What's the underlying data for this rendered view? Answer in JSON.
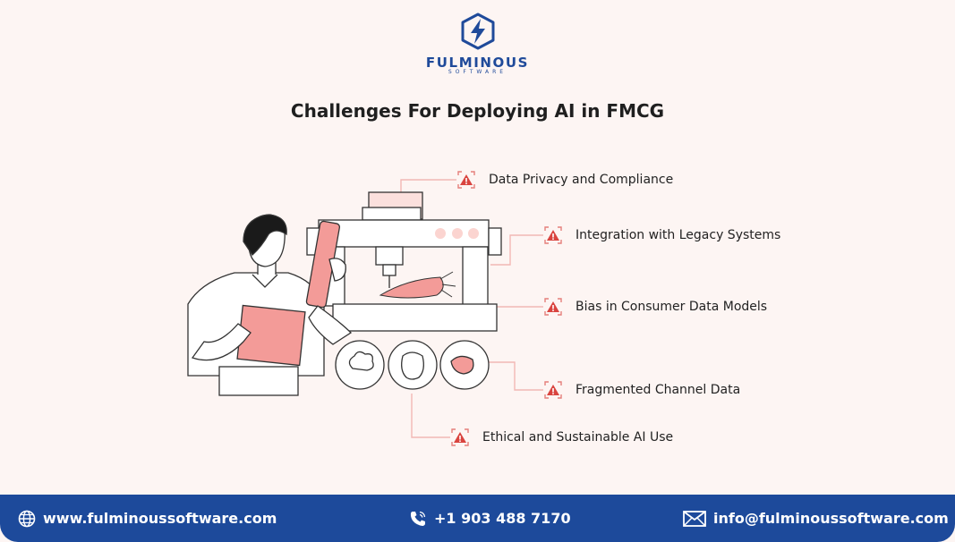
{
  "brand": {
    "name": "FULMINOUS",
    "tagline": "SOFTWARE"
  },
  "title": "Challenges For Deploying AI in FMCG",
  "challenges": [
    "Data Privacy and Compliance",
    "Integration with Legacy Systems",
    "Bias in Consumer Data Models",
    "Fragmented Channel Data",
    "Ethical and Sustainable AI Use"
  ],
  "footer": {
    "website": "www.fulminoussoftware.com",
    "phone": "+1 903 488 7170",
    "email": "info@fulminoussoftware.com"
  },
  "colors": {
    "brand_blue": "#1d4a9b",
    "accent_pink": "#f39b98",
    "warning_red": "#d9443f",
    "background": "#fdf5f3"
  },
  "icons": [
    "bolt-logo-icon",
    "warning-icon",
    "globe-icon",
    "phone-icon",
    "mail-icon"
  ]
}
